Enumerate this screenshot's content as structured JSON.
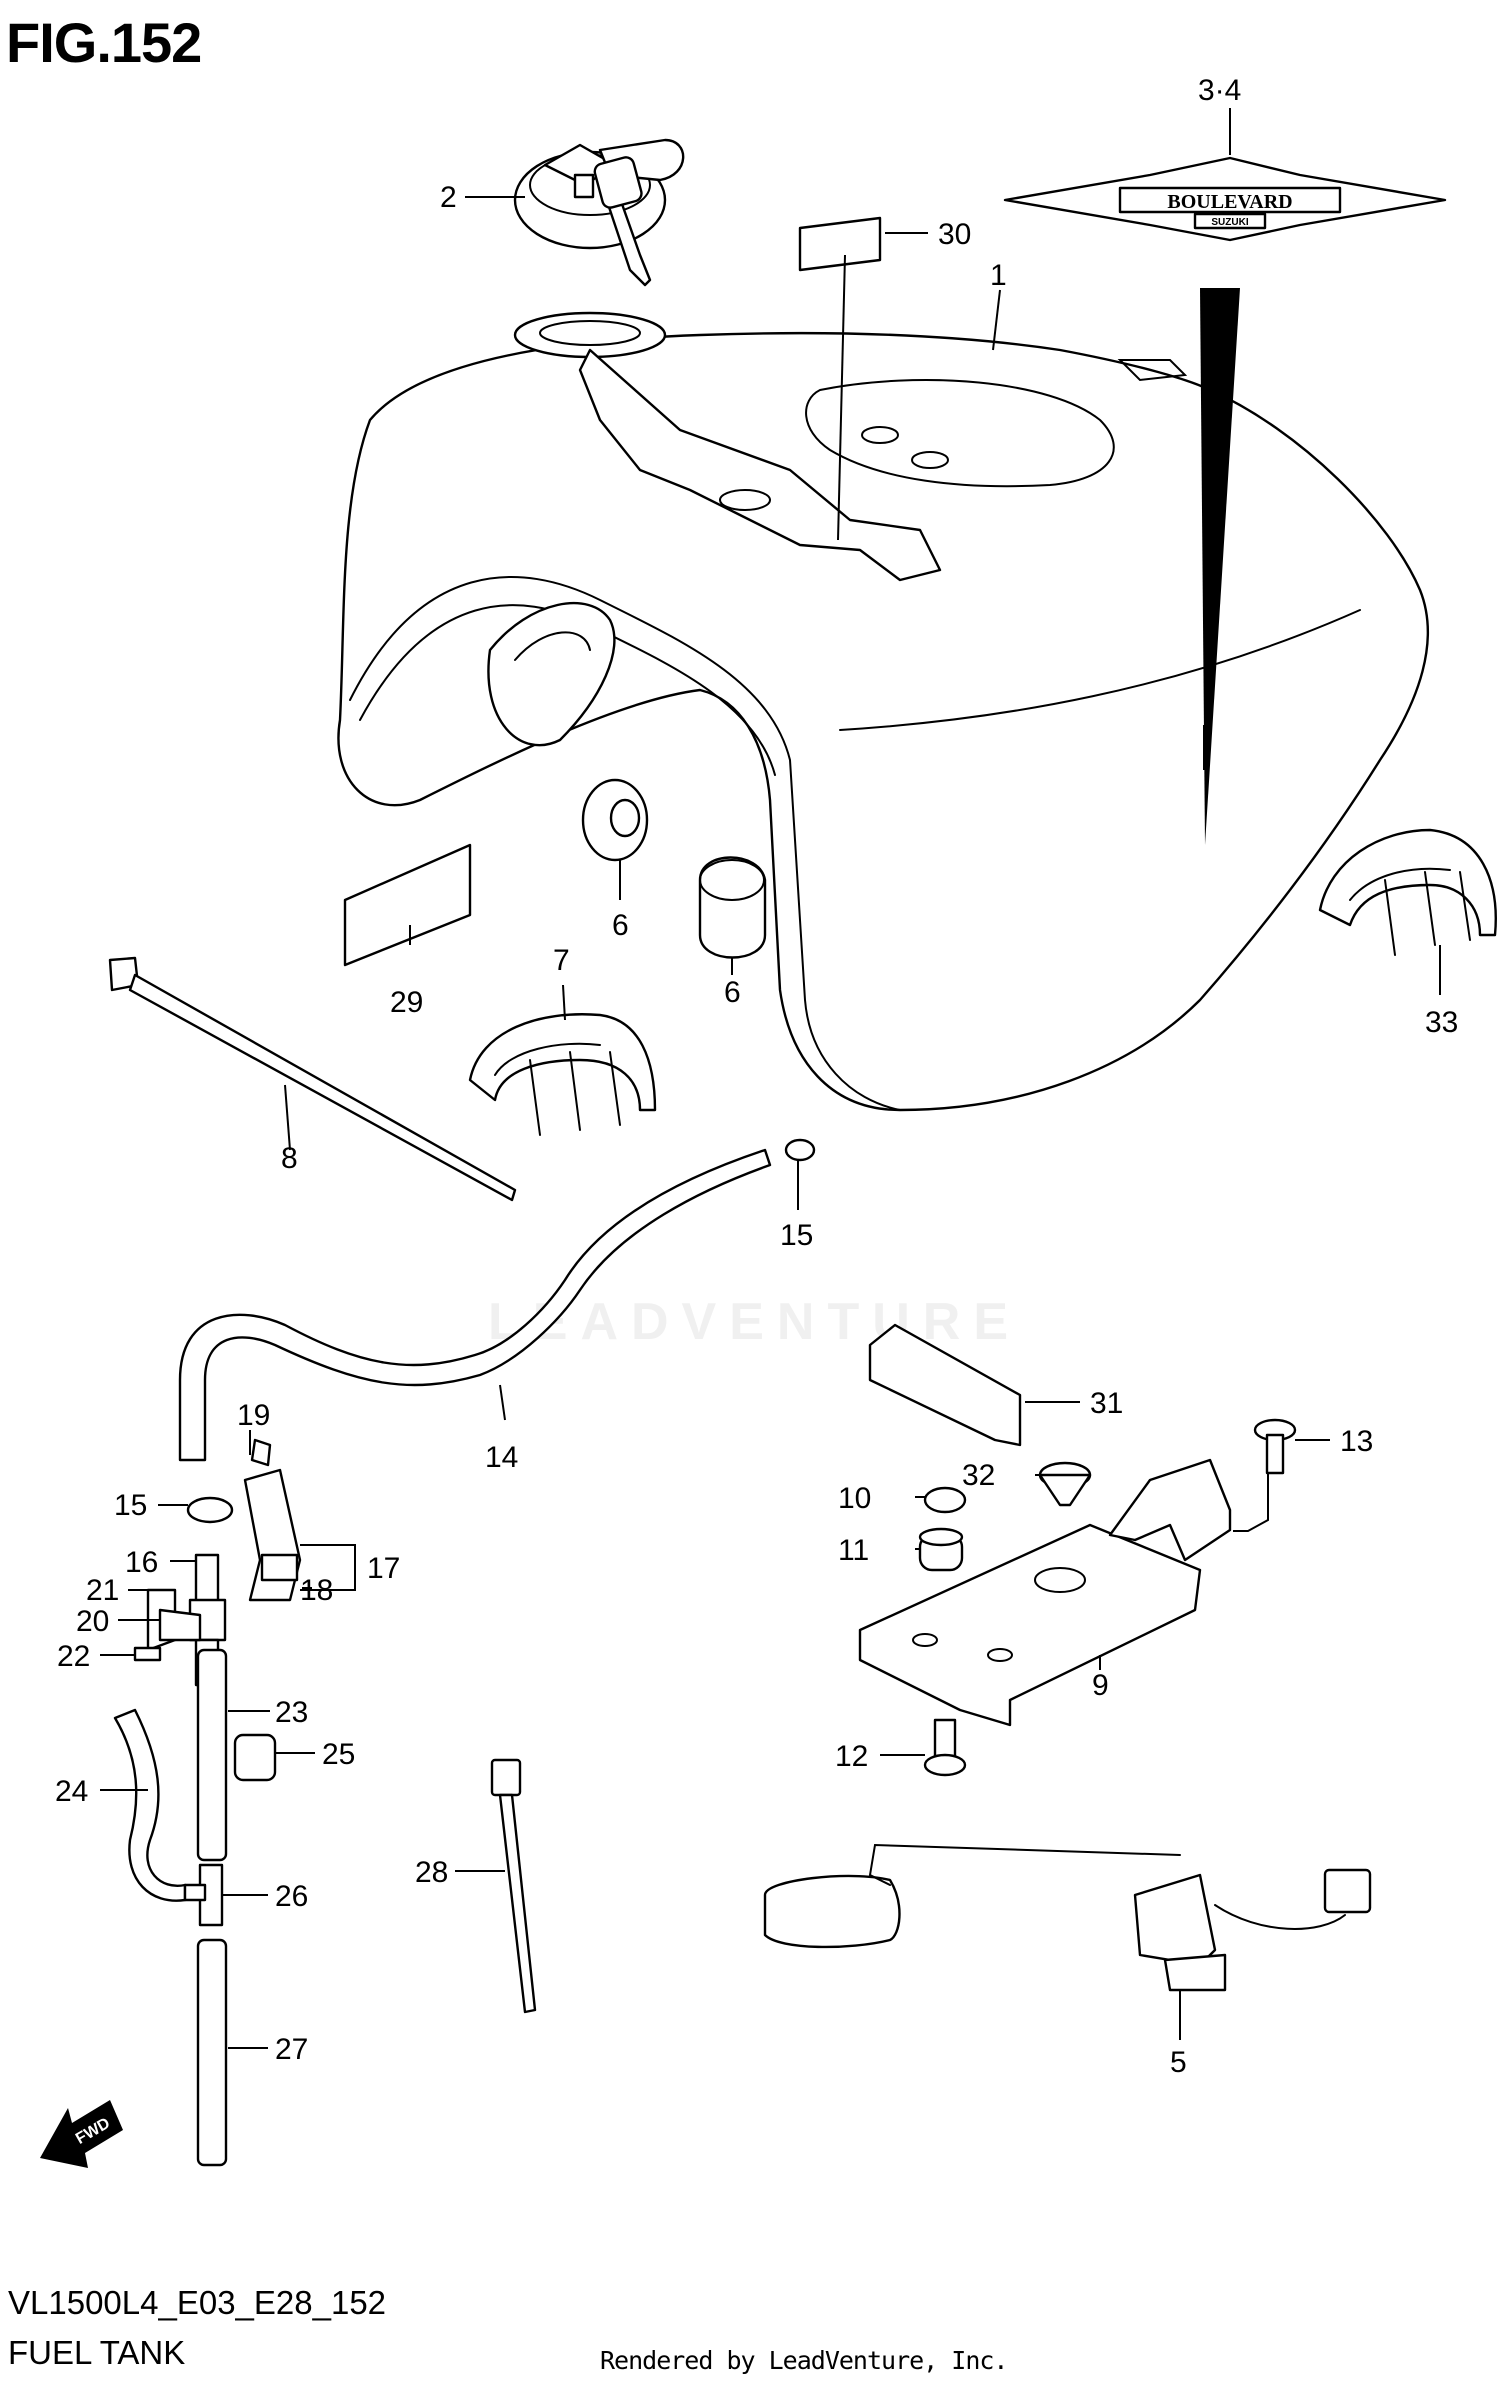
{
  "figure": {
    "title": "FIG.152",
    "model_code": "VL1500L4_E03_E28_152",
    "section_name": "FUEL TANK",
    "render_credit": "Rendered by LeadVenture, Inc.",
    "watermark": "LEADVENTURE",
    "fwd_label": "FWD",
    "emblem_text": "BOULEVARD",
    "emblem_subtext": "SUZUKI"
  },
  "callouts": {
    "c1": "1",
    "c2": "2",
    "c3_4": "3·4",
    "c5": "5",
    "c6a": "6",
    "c6b": "6",
    "c7": "7",
    "c8": "8",
    "c9": "9",
    "c10": "10",
    "c11": "11",
    "c12": "12",
    "c13": "13",
    "c14": "14",
    "c15a": "15",
    "c15b": "15",
    "c16": "16",
    "c17": "17",
    "c18": "18",
    "c19": "19",
    "c20": "20",
    "c21": "21",
    "c22": "22",
    "c23": "23",
    "c24": "24",
    "c25": "25",
    "c26": "26",
    "c27": "27",
    "c28": "28",
    "c29": "29",
    "c30": "30",
    "c31": "31",
    "c32": "32",
    "c33": "33"
  }
}
